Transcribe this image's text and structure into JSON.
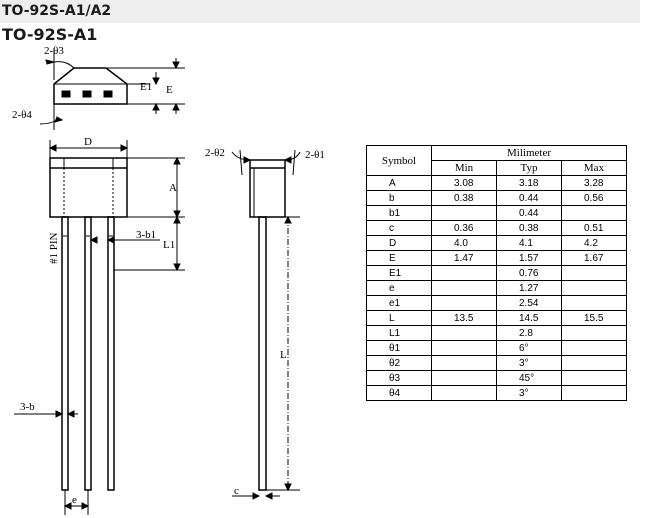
{
  "header": {
    "title": "TO-92S-A1/A2"
  },
  "subtitle": "TO-92S-A1",
  "drawing_labels": {
    "theta3": "2-θ3",
    "theta4": "2-θ4",
    "E1": "E1",
    "E": "E",
    "D": "D",
    "A": "A",
    "pin1": "#1 PIN",
    "b1": "3-b1",
    "L1": "L1",
    "b": "3-b",
    "e": "e",
    "theta2": "2-θ2",
    "theta1": "2-θ1",
    "L": "L",
    "c": "c"
  },
  "table": {
    "symbol_header": "Symbol",
    "group_header": "Milimeter",
    "columns": [
      "Min",
      "Typ",
      "Max"
    ],
    "rows": [
      {
        "symbol": "A",
        "min": "3.08",
        "typ": "3.18",
        "max": "3.28"
      },
      {
        "symbol": "b",
        "min": "0.38",
        "typ": "0.44",
        "max": "0.56"
      },
      {
        "symbol": "b1",
        "min": "",
        "typ": "0.44",
        "max": ""
      },
      {
        "symbol": "c",
        "min": "0.36",
        "typ": "0.38",
        "max": "0.51"
      },
      {
        "symbol": "D",
        "min": "4.0",
        "typ": "4.1",
        "max": "4.2"
      },
      {
        "symbol": "E",
        "min": "1.47",
        "typ": "1.57",
        "max": "1.67"
      },
      {
        "symbol": "E1",
        "min": "",
        "typ": "0.76",
        "max": ""
      },
      {
        "symbol": "e",
        "min": "",
        "typ": "1.27",
        "max": ""
      },
      {
        "symbol": "e1",
        "min": "",
        "typ": "2.54",
        "max": ""
      },
      {
        "symbol": "L",
        "min": "13.5",
        "typ": "14.5",
        "max": "15.5"
      },
      {
        "symbol": "L1",
        "min": "",
        "typ": "2.8",
        "max": ""
      },
      {
        "symbol": "θ1",
        "min": "",
        "typ": "6°",
        "max": ""
      },
      {
        "symbol": "θ2",
        "min": "",
        "typ": "3°",
        "max": ""
      },
      {
        "symbol": "θ3",
        "min": "",
        "typ": "45°",
        "max": ""
      },
      {
        "symbol": "θ4",
        "min": "",
        "typ": "3°",
        "max": ""
      }
    ]
  }
}
